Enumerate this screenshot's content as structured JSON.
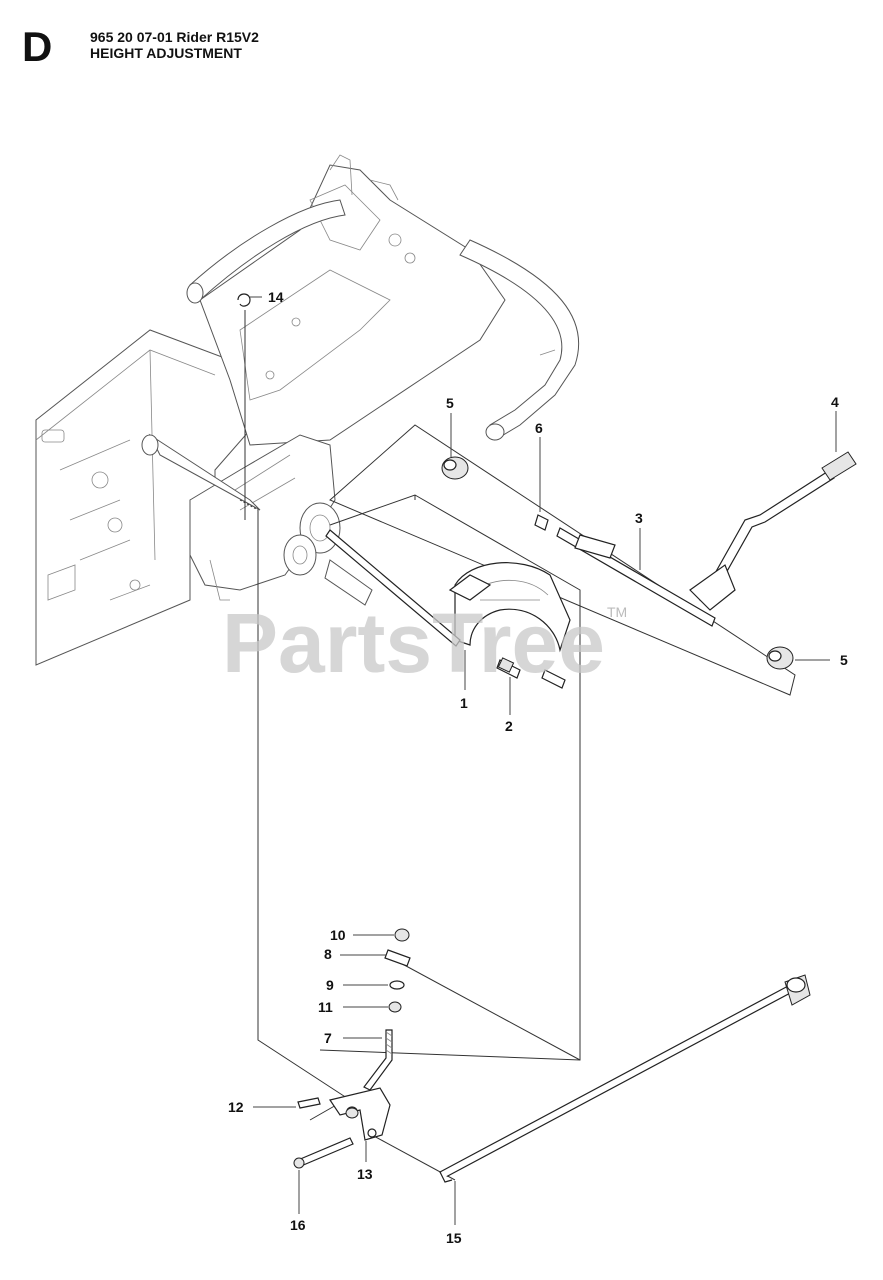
{
  "header": {
    "section_letter": "D",
    "model_line": "965 20 07-01 Rider R15V2",
    "section_title": "HEIGHT ADJUSTMENT"
  },
  "watermark": {
    "text": "PartsTree",
    "tm": "TM"
  },
  "callouts": [
    {
      "id": "1",
      "label": "1"
    },
    {
      "id": "2",
      "label": "2"
    },
    {
      "id": "3",
      "label": "3"
    },
    {
      "id": "4",
      "label": "4"
    },
    {
      "id": "5a",
      "label": "5"
    },
    {
      "id": "5b",
      "label": "5"
    },
    {
      "id": "6",
      "label": "6"
    },
    {
      "id": "7",
      "label": "7"
    },
    {
      "id": "8",
      "label": "8"
    },
    {
      "id": "9",
      "label": "9"
    },
    {
      "id": "10",
      "label": "10"
    },
    {
      "id": "11",
      "label": "11"
    },
    {
      "id": "12",
      "label": "12"
    },
    {
      "id": "13",
      "label": "13"
    },
    {
      "id": "14",
      "label": "14"
    },
    {
      "id": "15",
      "label": "15"
    },
    {
      "id": "16",
      "label": "16"
    }
  ]
}
